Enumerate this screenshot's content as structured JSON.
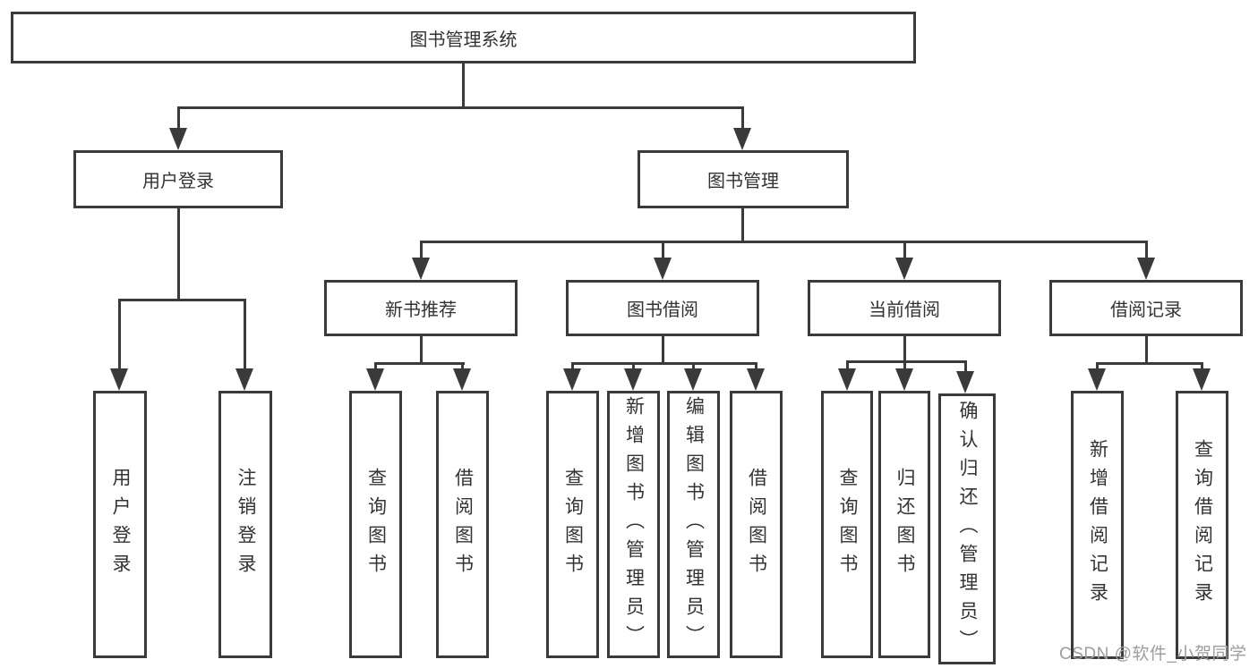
{
  "diagram": {
    "type": "hierarchy-tree",
    "root": {
      "label": "图书管理系统",
      "children": [
        {
          "label": "用户登录",
          "children": [
            {
              "label": "用户登录"
            },
            {
              "label": "注销登录"
            }
          ]
        },
        {
          "label": "图书管理",
          "children": [
            {
              "label": "新书推荐",
              "children": [
                {
                  "label": "查询图书"
                },
                {
                  "label": "借阅图书"
                }
              ]
            },
            {
              "label": "图书借阅",
              "children": [
                {
                  "label": "查询图书"
                },
                {
                  "label": "新增图书（管理员）"
                },
                {
                  "label": "编辑图书（管理员）"
                },
                {
                  "label": "借阅图书"
                }
              ]
            },
            {
              "label": "当前借阅",
              "children": [
                {
                  "label": "查询图书"
                },
                {
                  "label": "归还图书"
                },
                {
                  "label": "确认归还（管理员）"
                }
              ]
            },
            {
              "label": "借阅记录",
              "children": [
                {
                  "label": "新增借阅记录"
                },
                {
                  "label": "查询借阅记录"
                }
              ]
            }
          ]
        }
      ]
    }
  },
  "watermark": {
    "text": "CSDN @软件_小贺同学",
    "color": "#9d9d9d"
  },
  "colors": {
    "line": "#3a3a3a",
    "text": "#333333",
    "background": "#ffffff"
  }
}
